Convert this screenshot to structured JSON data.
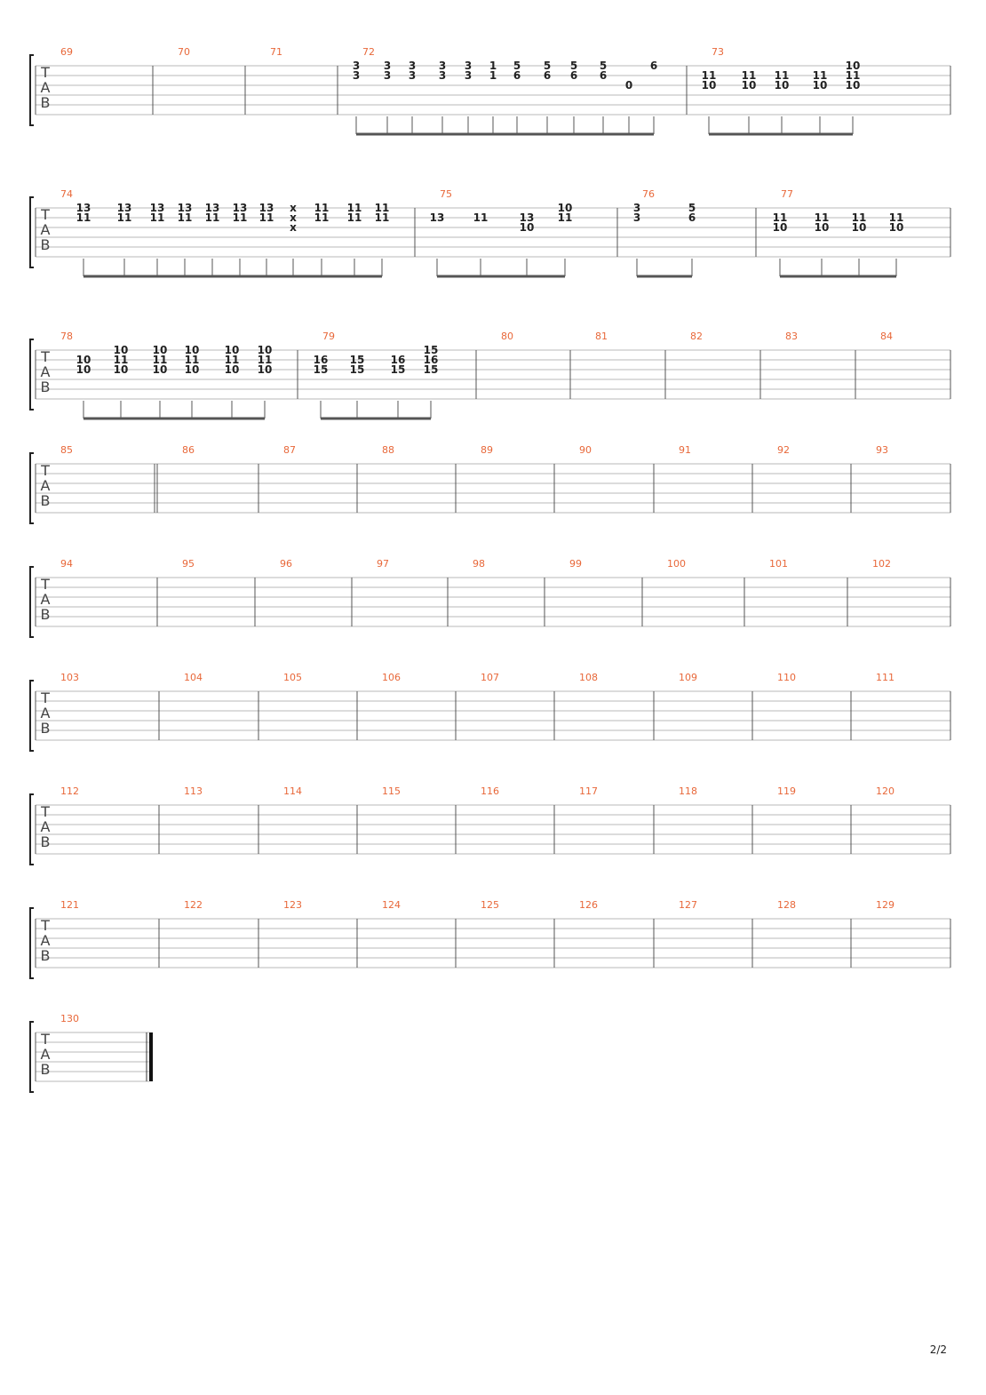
{
  "tab_clef": [
    "T",
    "A",
    "B"
  ],
  "page_number": "2/2",
  "systems": [
    {
      "measures": [
        {
          "num": "69",
          "notes": []
        },
        {
          "num": "70",
          "notes": []
        },
        {
          "num": "71",
          "notes": []
        },
        {
          "num": "72",
          "notes": [
            [
              "3",
              "3"
            ],
            [
              "3",
              "3"
            ],
            [
              "3",
              "3"
            ],
            [
              "3",
              "3"
            ],
            [
              "3",
              "3"
            ],
            [
              "1",
              "1"
            ],
            [
              "5",
              "6"
            ],
            [
              "5",
              "6"
            ],
            [
              "5",
              "6"
            ],
            [
              "5",
              "6"
            ],
            [
              "",
              "",
              "0"
            ],
            [
              "6"
            ]
          ]
        },
        {
          "num": "73",
          "notes": [
            [
              "",
              "11",
              "10"
            ],
            [
              "",
              "11",
              "10"
            ],
            [
              "",
              "11",
              "10"
            ],
            [
              "",
              "11",
              "10"
            ],
            [
              "10",
              "11",
              "10"
            ]
          ]
        }
      ]
    },
    {
      "measures": [
        {
          "num": "74",
          "notes": [
            [
              "13",
              "11"
            ],
            [
              "13",
              "11"
            ],
            [
              "13",
              "11"
            ],
            [
              "13",
              "11"
            ],
            [
              "13",
              "11"
            ],
            [
              "13",
              "11"
            ],
            [
              "13",
              "11"
            ],
            [
              "x",
              "x",
              "x"
            ],
            [
              "11",
              "11"
            ],
            [
              "11",
              "11"
            ],
            [
              "11",
              "11"
            ]
          ]
        },
        {
          "num": "75",
          "notes": [
            [
              "",
              "13"
            ],
            [
              "",
              "11"
            ],
            [
              "",
              "13",
              "10"
            ],
            [
              "10",
              "11"
            ]
          ]
        },
        {
          "num": "76",
          "notes": [
            [
              "3",
              "3"
            ],
            [
              "5",
              "6"
            ]
          ]
        },
        {
          "num": "77",
          "notes": [
            [
              "",
              "11",
              "10"
            ],
            [
              "",
              "11",
              "10"
            ],
            [
              "",
              "11",
              "10"
            ],
            [
              "",
              "11",
              "10"
            ]
          ]
        }
      ]
    },
    {
      "measures": [
        {
          "num": "78",
          "notes": [
            [
              "",
              "10",
              "10"
            ],
            [
              "10",
              "11",
              "10"
            ],
            [
              "10",
              "11",
              "10"
            ],
            [
              "10",
              "11",
              "10"
            ],
            [
              "10",
              "11",
              "10"
            ],
            [
              "10",
              "11",
              "10"
            ]
          ]
        },
        {
          "num": "79",
          "notes": [
            [
              "",
              "16",
              "15"
            ],
            [
              "",
              "15",
              "15"
            ],
            [
              "",
              "16",
              "15"
            ],
            [
              "15",
              "16",
              "15"
            ]
          ]
        },
        {
          "num": "80",
          "notes": []
        },
        {
          "num": "81",
          "notes": []
        },
        {
          "num": "82",
          "notes": []
        },
        {
          "num": "83",
          "notes": []
        },
        {
          "num": "84",
          "notes": []
        }
      ]
    },
    {
      "measures": [
        {
          "num": "85",
          "notes": []
        },
        {
          "num": "86",
          "notes": []
        },
        {
          "num": "87",
          "notes": []
        },
        {
          "num": "88",
          "notes": []
        },
        {
          "num": "89",
          "notes": []
        },
        {
          "num": "90",
          "notes": []
        },
        {
          "num": "91",
          "notes": []
        },
        {
          "num": "92",
          "notes": []
        },
        {
          "num": "93",
          "notes": []
        }
      ]
    },
    {
      "measures": [
        {
          "num": "94",
          "notes": []
        },
        {
          "num": "95",
          "notes": []
        },
        {
          "num": "96",
          "notes": []
        },
        {
          "num": "97",
          "notes": []
        },
        {
          "num": "98",
          "notes": []
        },
        {
          "num": "99",
          "notes": []
        },
        {
          "num": "100",
          "notes": []
        },
        {
          "num": "101",
          "notes": []
        },
        {
          "num": "102",
          "notes": []
        }
      ]
    },
    {
      "measures": [
        {
          "num": "103",
          "notes": []
        },
        {
          "num": "104",
          "notes": []
        },
        {
          "num": "105",
          "notes": []
        },
        {
          "num": "106",
          "notes": []
        },
        {
          "num": "107",
          "notes": []
        },
        {
          "num": "108",
          "notes": []
        },
        {
          "num": "109",
          "notes": []
        },
        {
          "num": "110",
          "notes": []
        },
        {
          "num": "111",
          "notes": []
        }
      ]
    },
    {
      "measures": [
        {
          "num": "112",
          "notes": []
        },
        {
          "num": "113",
          "notes": []
        },
        {
          "num": "114",
          "notes": []
        },
        {
          "num": "115",
          "notes": []
        },
        {
          "num": "116",
          "notes": []
        },
        {
          "num": "117",
          "notes": []
        },
        {
          "num": "118",
          "notes": []
        },
        {
          "num": "119",
          "notes": []
        },
        {
          "num": "120",
          "notes": []
        }
      ]
    },
    {
      "measures": [
        {
          "num": "121",
          "notes": []
        },
        {
          "num": "122",
          "notes": []
        },
        {
          "num": "123",
          "notes": []
        },
        {
          "num": "124",
          "notes": []
        },
        {
          "num": "125",
          "notes": []
        },
        {
          "num": "126",
          "notes": []
        },
        {
          "num": "127",
          "notes": []
        },
        {
          "num": "128",
          "notes": []
        },
        {
          "num": "129",
          "notes": []
        }
      ]
    },
    {
      "measures": [
        {
          "num": "130",
          "notes": []
        }
      ]
    }
  ]
}
